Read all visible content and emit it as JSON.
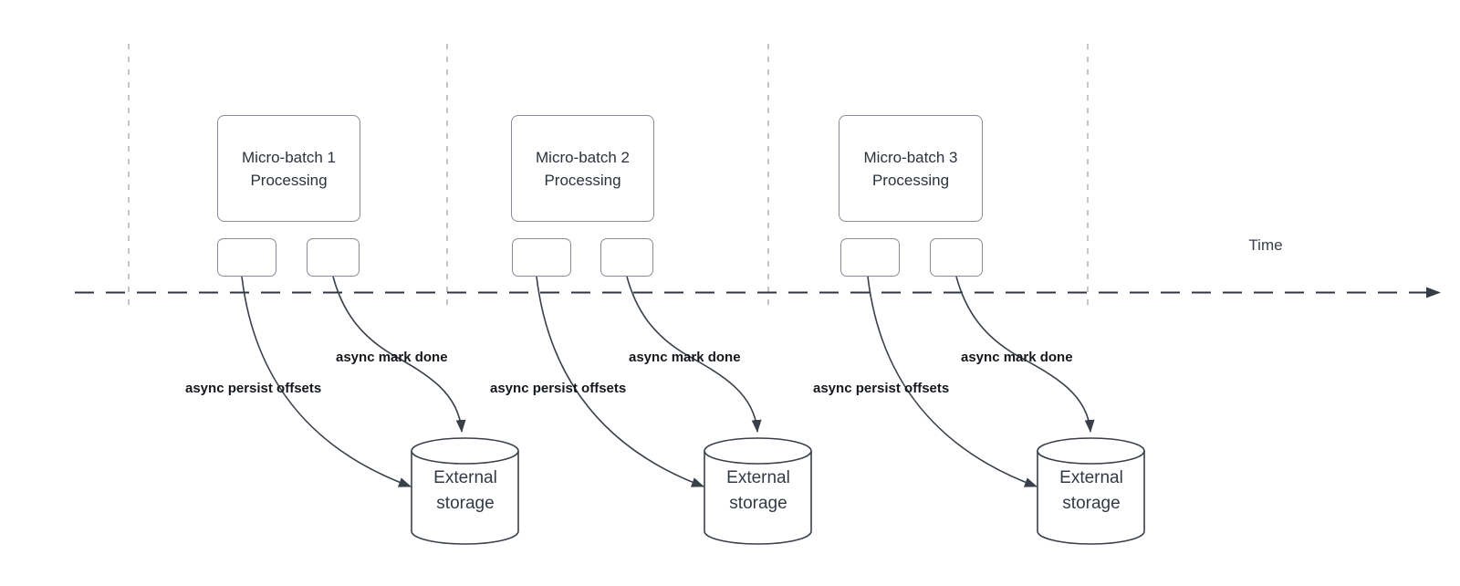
{
  "timeline": {
    "label": "Time"
  },
  "batches": [
    {
      "title": "Micro-batch 1",
      "subtitle": "Processing",
      "persist_label": "async persist offsets",
      "done_label": "async mark done",
      "storage_line1": "External",
      "storage_line2": "storage"
    },
    {
      "title": "Micro-batch 2",
      "subtitle": "Processing",
      "persist_label": "async persist offsets",
      "done_label": "async mark done",
      "storage_line1": "External",
      "storage_line2": "storage"
    },
    {
      "title": "Micro-batch 3",
      "subtitle": "Processing",
      "persist_label": "async persist offsets",
      "done_label": "async mark done",
      "storage_line1": "External",
      "storage_line2": "storage"
    }
  ],
  "colors": {
    "curve_stroke": "#3a4049",
    "timeline_stroke": "#2f353e",
    "gridline_stroke": "#b3b6bb",
    "box_border": "#868d96",
    "title_text": "#2c323c",
    "label_text": "#14171c",
    "background": "#ffffff"
  }
}
